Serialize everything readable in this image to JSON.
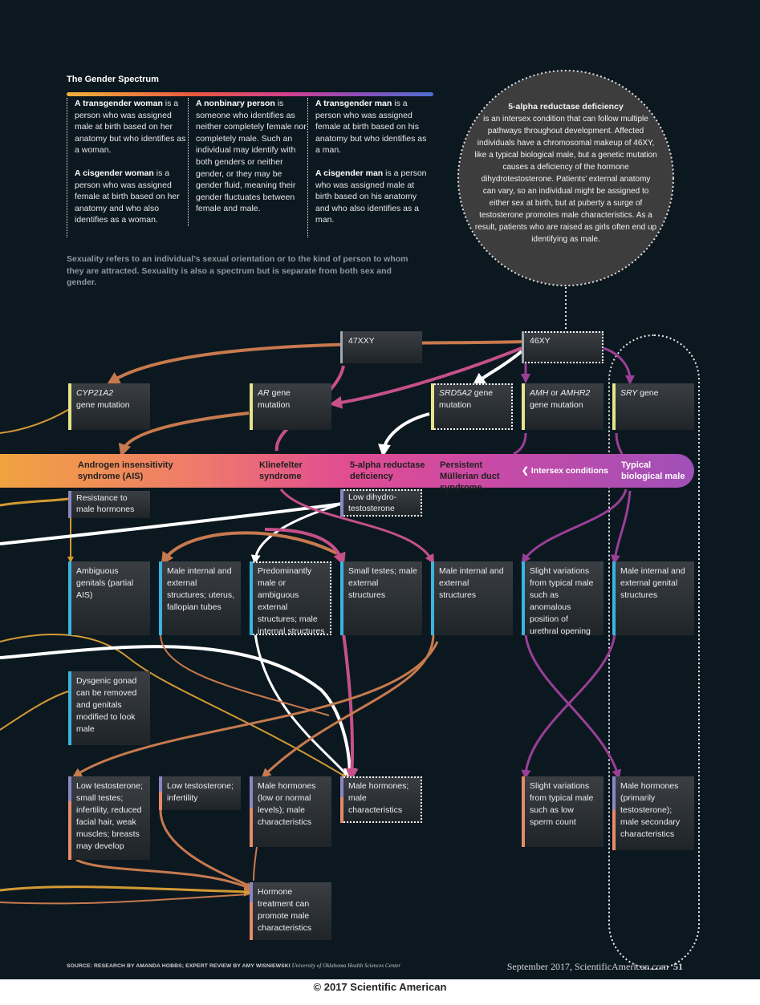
{
  "header": {
    "title": "The Gender Spectrum"
  },
  "definitions": {
    "col1": [
      {
        "term": "A transgender woman",
        "rest": " is a person who was assigned male at birth based on her anatomy but who identifies as a woman."
      },
      {
        "term": "A cisgender woman",
        "rest": " is a person who was assigned female at birth based on her anatomy and who also identifies as a woman."
      }
    ],
    "col2": [
      {
        "term": "A nonbinary person",
        "rest": " is someone who identifies as neither completely female nor completely male. Such an individual may identify with both genders or neither gender, or they may be gender fluid, meaning their gender fluctuates between female and male."
      }
    ],
    "col3": [
      {
        "term": "A transgender man",
        "rest": " is a person who was assigned female at birth based on his anatomy but who identifies as a man."
      },
      {
        "term": "A cisgender man",
        "rest": " is a person who was assigned male at birth based on his anatomy and who also identifies as a man."
      }
    ],
    "sexuality_note": "Sexuality refers to an individual’s sexual orientation or to the kind of person to whom they are attracted. Sexuality is also a spectrum but is separate from both sex and gender."
  },
  "callout": {
    "title": "5-alpha reductase deficiency",
    "body": "is an intersex condition that can follow multiple pathways throughout development. Affected individuals have a chromosomal makeup of 46XY, like a typical biological male, but a genetic mutation causes a deficiency of the hormone dihydrotestosterone. Patients’ external anatomy can vary, so an individual might be assigned to either sex at birth, but at puberty a surge of testosterone promotes male characteristics. As a result, patients who are raised as girls often end up identifying as male."
  },
  "karyotypes": {
    "k47": "47XXY",
    "k46": "46XY"
  },
  "mutations": {
    "cyp": {
      "gene": "CYP21A2",
      "rest": "gene mutation"
    },
    "ar": {
      "gene": "AR",
      "rest": "gene mutation"
    },
    "srd": {
      "gene": "SRD5A2",
      "rest": "gene mutation"
    },
    "amh": {
      "gene": "AMH",
      "or": " or ",
      "gene2": "AMHR2",
      "rest": "gene mutation"
    },
    "sry": {
      "gene": "SRY",
      "rest": "gene"
    }
  },
  "band": {
    "ais": "Androgen insensitivity syndrome (AIS)",
    "kline": "Klinefelter syndrome",
    "alpha": "5-alpha reductase deficiency",
    "pmds": "Persistent Müllerian duct syndrome",
    "intersex": "Intersex conditions",
    "typical": "Typical biological male"
  },
  "row1": {
    "resist": "Resistance to male hormones",
    "lowdht": "Low dihydro-testosterone"
  },
  "row2": {
    "ambig": "Ambiguous genitals (partial AIS)",
    "malint": "Male internal and external structures; uterus, fallopian tubes",
    "predom": "Predominantly male or ambiguous external structures; male internal structures",
    "small": "Small testes; male external structures",
    "mie1": "Male internal and external structures",
    "slight1": "Slight variations from typical male such as anomalous position of urethral opening",
    "mie2": "Male internal and external genital structures"
  },
  "row3": {
    "dysgenic": "Dysgenic gonad can be removed and genitals modified to look male"
  },
  "row4": {
    "lowtest1": "Low testosterone; small testes; infertility, reduced facial hair, weak muscles; breasts may develop",
    "lowtest2": "Low testosterone; infertility",
    "mh_low": "Male hormones (low or normal levels); male characteristics",
    "mh": "Male hormones; male characteristics",
    "slight2": "Slight variations from typical male such as low sperm count",
    "mh_prim": "Male hormones (primarily testosterone); male secondary characteristics"
  },
  "row5": {
    "hormone": "Hormone treatment can promote male characteristics"
  },
  "footer": {
    "source": "SOURCE: RESEARCH BY AMANDA HOBBS; EXPERT REVIEW BY AMY WISNIEWSKI",
    "source_inst": "University of Oklahoma Health Sciences Center",
    "date": "September 2017, ScientificAmerican.com",
    "page": "51",
    "copyright": "© 2017 Scientific American"
  },
  "colors": {
    "background": "#0c1820",
    "orange_path": "#c77a4e",
    "gold_path": "#d39a34",
    "pink_path": "#c5508a",
    "purple_path": "#9a3f96",
    "callout_fill": "#3d3d3d",
    "cyan_bar": "#3ab4e0"
  }
}
